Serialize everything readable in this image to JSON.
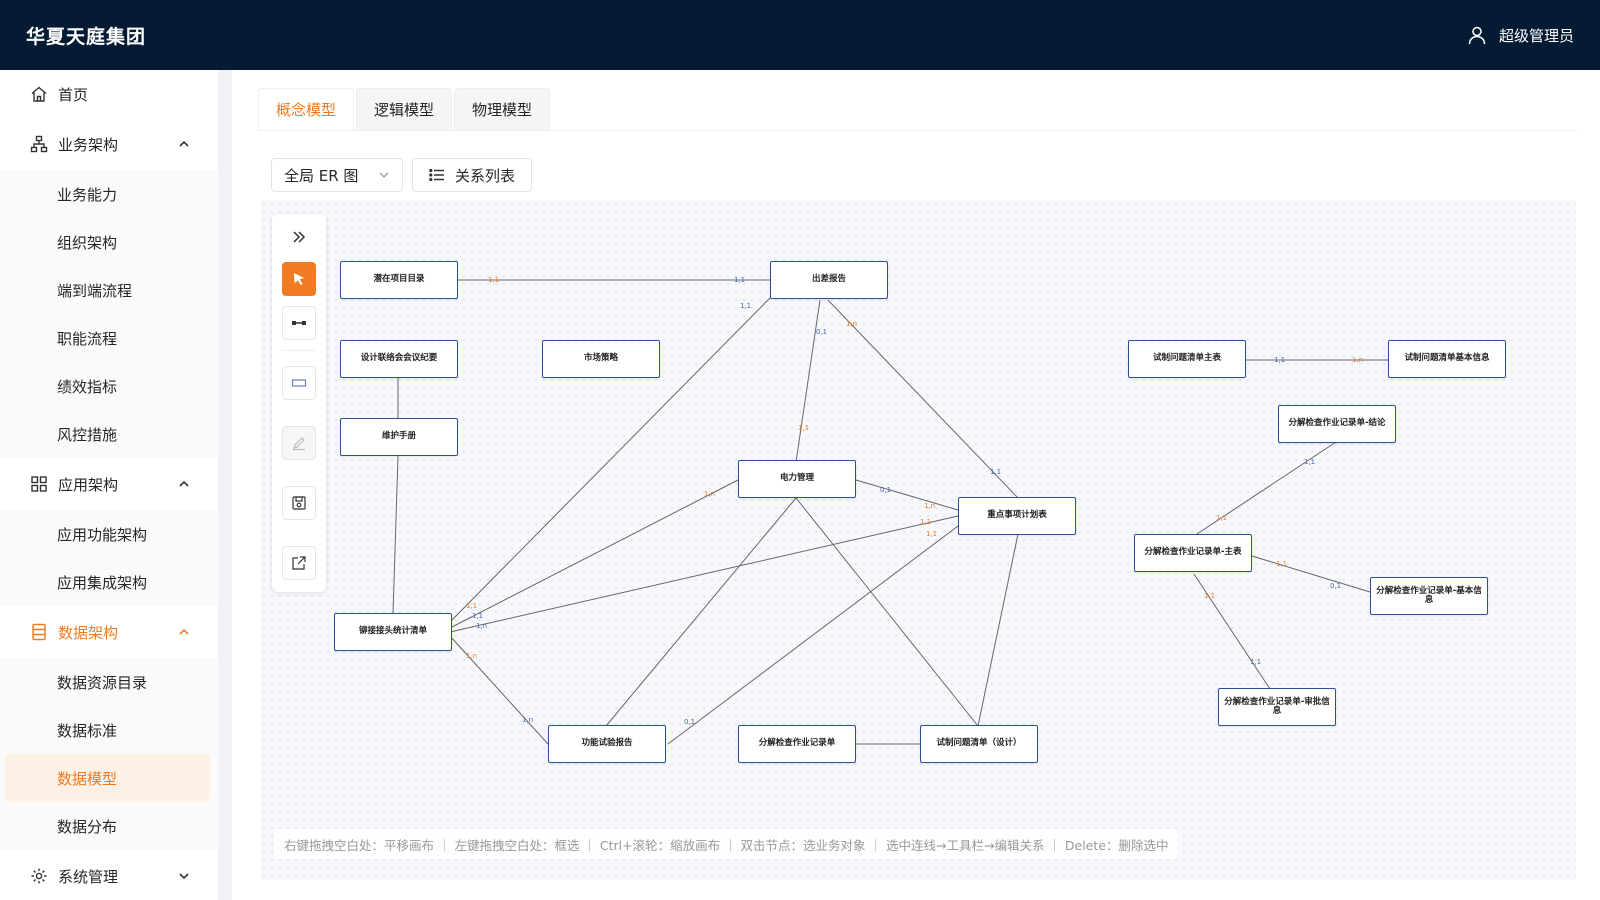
{
  "header": {
    "brand": "华夏天庭集团",
    "user": "超级管理员"
  },
  "sidebar": {
    "home": "首页",
    "groups": [
      {
        "title": "业务架构",
        "items": [
          "业务能力",
          "组织架构",
          "端到端流程",
          "职能流程",
          "绩效指标",
          "风控措施"
        ]
      },
      {
        "title": "应用架构",
        "items": [
          "应用功能架构",
          "应用集成架构"
        ]
      },
      {
        "title": "数据架构",
        "items": [
          "数据资源目录",
          "数据标准",
          "数据模型",
          "数据分布"
        ]
      },
      {
        "title": "系统管理",
        "items": []
      }
    ],
    "selected": "数据模型",
    "accent": "#f07b21"
  },
  "tabs": [
    "概念模型",
    "逻辑模型",
    "物理模型"
  ],
  "active_tab": "概念模型",
  "toolbar": {
    "select_value": "全局 ER 图",
    "list_button": "关系列表"
  },
  "palette": [
    "expand-icon",
    "pointer-icon",
    "connector-icon",
    "entity-rect-icon",
    "edit-icon",
    "save-icon",
    "export-icon"
  ],
  "diagram": {
    "nodes": {
      "n1": "潜在项目目录",
      "n2": "出差报告",
      "n3": "设计联络会会议纪要",
      "n4": "市场策略",
      "n5": "维护手册",
      "n6": "电力管理",
      "n7": "重点事项计划表",
      "n8": "铆接接头统计清单",
      "n9": "功能试验报告",
      "n10": "分解检查作业记录单",
      "n11": "试制问题清单（设计）",
      "n12": "试制问题清单主表",
      "n13": "试制问题清单基本信息",
      "n14": "分解检查作业记录单-结论",
      "n15": "分解检查作业记录单-主表",
      "n16": "分解检查作业记录单-基本信息",
      "n17": "分解检查作业记录单-审批信息"
    },
    "cardinalities": [
      "1,1",
      "1,n",
      "0,1"
    ]
  },
  "hint": "右键拖拽空白处：平移画布 ｜ 左键拖拽空白处：框选 ｜ Ctrl+滚轮：缩放画布 ｜ 双击节点：选业务对象 ｜ 选中连线→工具栏→编辑关系 ｜ Delete：删除选中"
}
